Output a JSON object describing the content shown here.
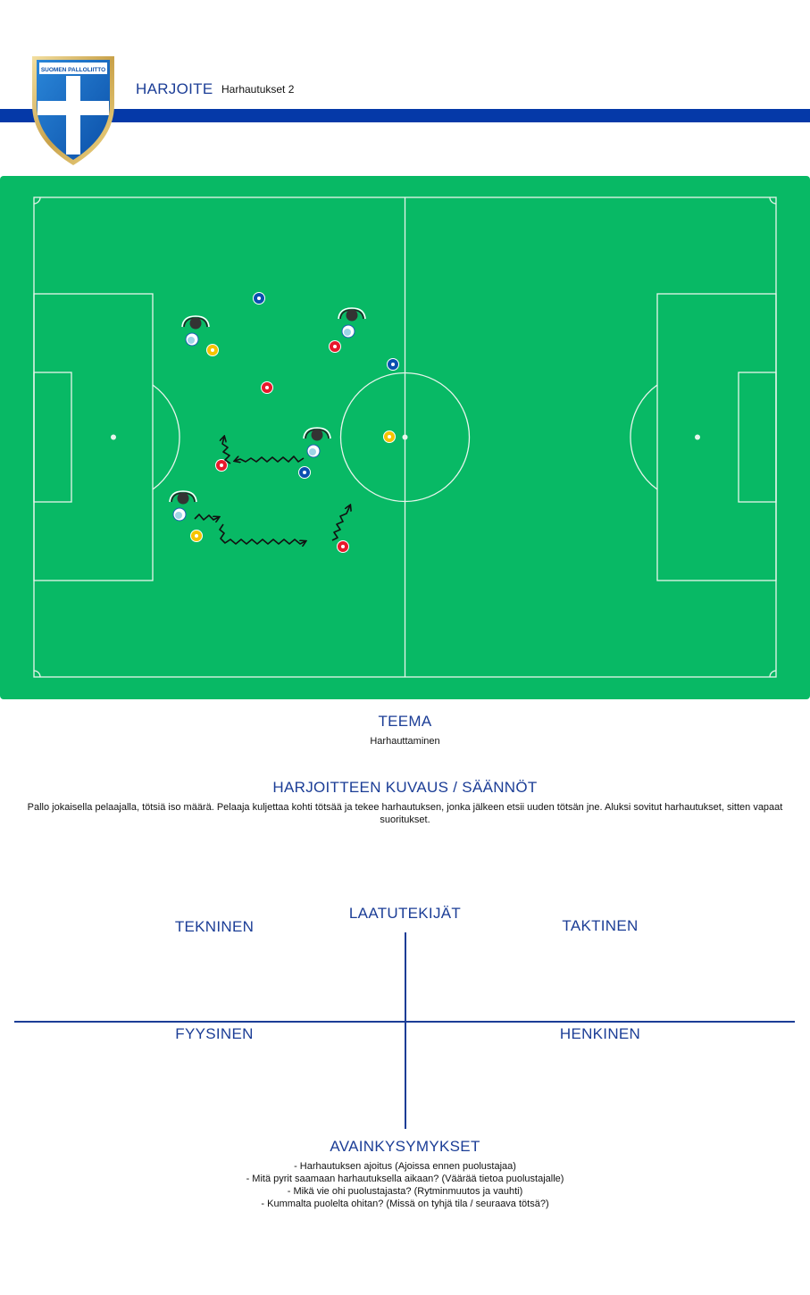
{
  "header": {
    "logo_text": "SUOMEN PALLOLIITTO",
    "title": "HARJOITE",
    "subtitle": "Harhautukset 2"
  },
  "theme": {
    "heading": "TEEMA",
    "value": "Harhauttaminen"
  },
  "description": {
    "heading": "HARJOITTEEN KUVAUS / SÄÄNNÖT",
    "text": "Pallo jokaisella pelaajalla, tötsiä iso määrä. Pelaaja kuljettaa kohti tötsää ja tekee harhautuksen, jonka jälkeen etsii uuden tötsän jne. Aluksi sovitut harhautukset, sitten vapaat suoritukset."
  },
  "quality": {
    "heading": "LAATUTEKIJÄT",
    "technical": "TEKNINEN",
    "tactical": "TAKTINEN",
    "physical": "FYYSINEN",
    "mental": "HENKINEN"
  },
  "key_questions": {
    "heading": "AVAINKYSYMYKSET",
    "items": [
      "- Harhautuksen ajoitus (Ajoissa ennen puolustajaa)",
      "- Mitä pyrit saamaan harhautuksella aikaan? (Väärää tietoa puolustajalle)",
      "- Mikä vie ohi puolustajasta? (Rytminmuutos ja vauhti)",
      "- Kummalta puolelta ohitan? (Missä on tyhjä tila / seuraava tötsä?)"
    ]
  },
  "colors": {
    "brand_blue": "#0539a8",
    "text_blue": "#1b3d96",
    "pitch_green": "#08b965",
    "cone_red": "#e8192c",
    "cone_yellow": "#f6c400",
    "cone_blue": "#0a4fb0"
  }
}
